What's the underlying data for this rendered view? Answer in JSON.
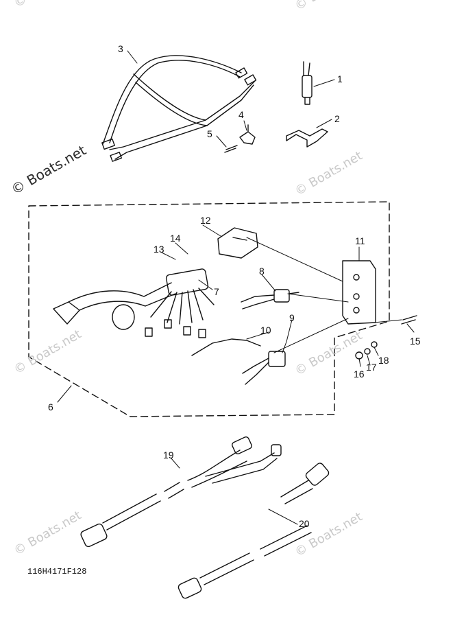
{
  "watermarks": [
    {
      "text": "© Boats.net",
      "variant": "light"
    },
    {
      "text": "© Boats.net",
      "variant": "light"
    },
    {
      "text": "© Boats.net",
      "variant": "dark"
    },
    {
      "text": "© Boats.net",
      "variant": "light"
    },
    {
      "text": "© Boats.net",
      "variant": "light"
    },
    {
      "text": "© Boats.net",
      "variant": "light"
    },
    {
      "text": "© Boats.net",
      "variant": "light"
    },
    {
      "text": "© Boats.net",
      "variant": "light"
    }
  ],
  "callouts": [
    "1",
    "2",
    "3",
    "4",
    "5",
    "6",
    "7",
    "8",
    "9",
    "10",
    "11",
    "12",
    "13",
    "14",
    "15",
    "16",
    "17",
    "18",
    "19",
    "20"
  ],
  "diagram_code": "116H4171F128",
  "colors": {
    "ink": "#111111",
    "watermark": "#c9c9c9"
  }
}
